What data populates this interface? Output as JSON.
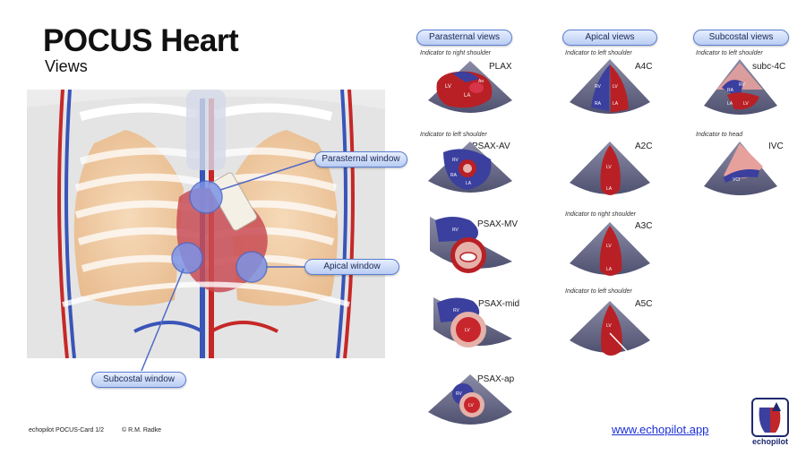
{
  "title": "POCUS Heart",
  "subtitle": "Views",
  "windows": {
    "parasternal": "Parasternal window",
    "apical": "Apical window",
    "subcostal": "Subcostal window"
  },
  "columns": {
    "parasternal": {
      "header": "Parasternal views",
      "indicator_1": "Indicator to right shoulder",
      "indicator_2": "Indicator to left shoulder",
      "views": [
        "PLAX",
        "PSAX-AV",
        "PSAX-MV",
        "PSAX-mid",
        "PSAX-ap"
      ]
    },
    "apical": {
      "header": "Apical views",
      "indicator_1": "Indicator to left shoulder",
      "indicator_2": "Indicator to right shoulder",
      "indicator_3": "Indicator to left shoulder",
      "views": [
        "A4C",
        "A2C",
        "A3C",
        "A5C"
      ]
    },
    "subcostal": {
      "header": "Subcostal views",
      "indicator_1": "Indicator to left shoulder",
      "indicator_2": "Indicator to head",
      "views": [
        "subc-4C",
        "IVC"
      ]
    }
  },
  "labels": {
    "lv": "LV",
    "rv": "RV",
    "la": "LA",
    "ra": "RA",
    "ao": "Ao",
    "ivc": "VCI"
  },
  "footer": {
    "card": "echopilot POCUS-Card 1/2",
    "copyright": "© R.M. Radke",
    "website": "www.echopilot.app",
    "logo_text": "echopilot"
  },
  "colors": {
    "accent_blue": "#5b7fd1",
    "heart_red": "#c0262a",
    "rv_blue": "#3b3f9e",
    "sector": "#6d6f8a",
    "link": "#1a2fd6"
  }
}
